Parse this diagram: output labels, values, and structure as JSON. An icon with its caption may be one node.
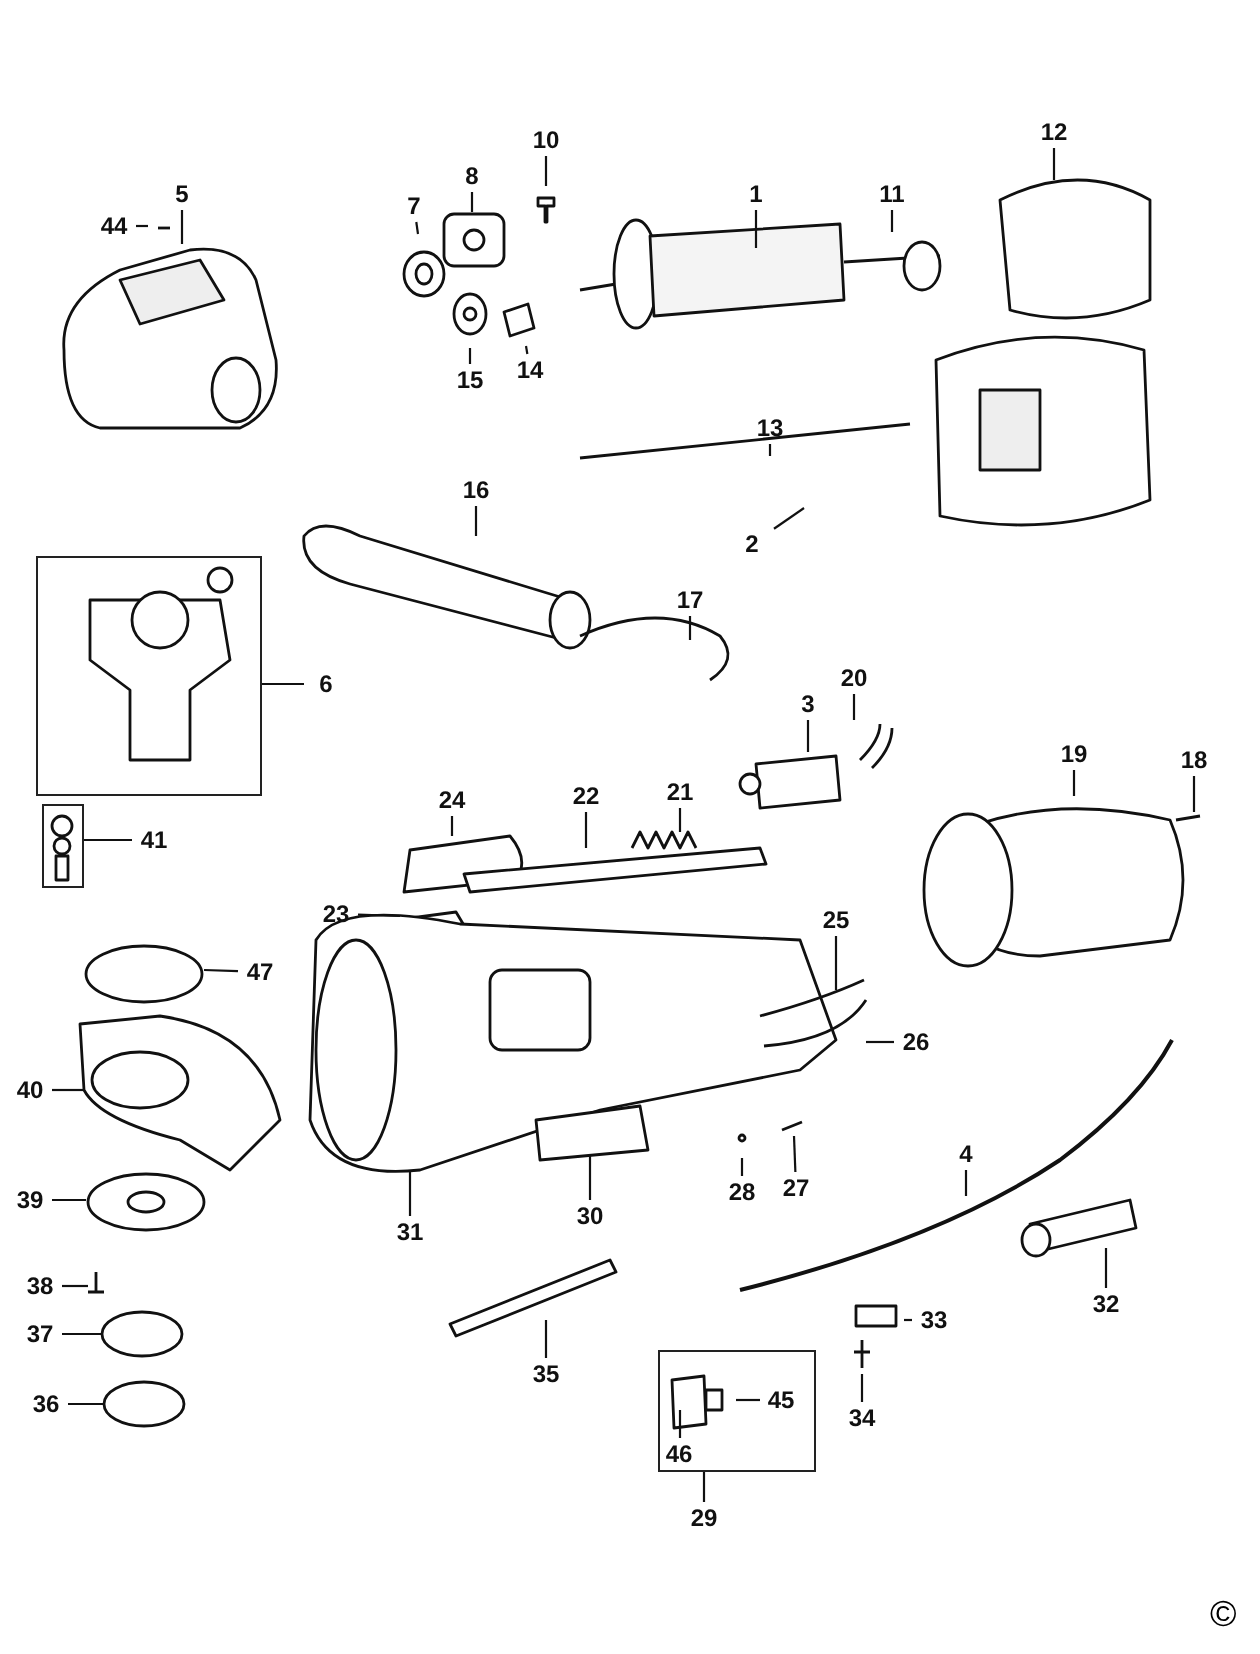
{
  "diagram": {
    "nodes": [
      {
        "text": [
          "12"
        ]
      },
      {
        "text": [
          "10"
        ]
      },
      {
        "text": [
          "5"
        ]
      },
      {
        "text": [
          "1"
        ]
      },
      {
        "text": [
          "11"
        ]
      },
      {
        "text": [
          "7"
        ]
      },
      {
        "text": [
          "8"
        ]
      },
      {
        "text": [
          "44"
        ]
      },
      {
        "text": [
          "14"
        ]
      },
      {
        "text": [
          "15"
        ]
      },
      {
        "text": [
          "13"
        ]
      },
      {
        "text": [
          "16"
        ]
      },
      {
        "text": [
          "2"
        ]
      },
      {
        "text": [
          "17"
        ]
      },
      {
        "text": [],
        "shape": "box"
      },
      {
        "text": [
          "6"
        ]
      },
      {
        "text": [
          "20"
        ]
      },
      {
        "text": [
          "3"
        ]
      },
      {
        "text": [
          "19"
        ]
      },
      {
        "text": [
          "18"
        ]
      },
      {
        "text": [
          "24"
        ]
      },
      {
        "text": [
          "22"
        ]
      },
      {
        "text": [
          "21"
        ]
      },
      {
        "text": [],
        "shape": "box"
      },
      {
        "text": [
          "41"
        ]
      },
      {
        "text": [
          "23"
        ]
      },
      {
        "text": [
          "47"
        ]
      },
      {
        "text": [
          "25"
        ]
      },
      {
        "text": [
          "26"
        ]
      },
      {
        "text": [
          "40"
        ]
      },
      {
        "text": [
          "30"
        ]
      },
      {
        "text": [
          "31"
        ]
      },
      {
        "text": [
          "28"
        ]
      },
      {
        "text": [
          "27"
        ]
      },
      {
        "text": [
          "4"
        ]
      },
      {
        "text": [
          "39"
        ]
      },
      {
        "text": [
          "38"
        ]
      },
      {
        "text": [
          "33"
        ]
      },
      {
        "text": [
          "32"
        ]
      },
      {
        "text": [
          "37"
        ]
      },
      {
        "text": [
          "35"
        ]
      },
      {
        "text": [
          "36"
        ]
      },
      {
        "text": [],
        "shape": "box"
      },
      {
        "text": [
          "45"
        ],
        "in": 42
      },
      {
        "text": [
          "46"
        ],
        "in": 42
      },
      {
        "text": [
          "34"
        ]
      },
      {
        "text": [
          "29"
        ]
      }
    ],
    "edges": [
      {
        "from": 0,
        "to": null,
        "arrow": "none"
      },
      {
        "from": 1,
        "to": null,
        "arrow": "none"
      },
      {
        "from": 2,
        "to": null,
        "arrow": "none"
      },
      {
        "from": 3,
        "to": null,
        "arrow": "none"
      },
      {
        "from": 4,
        "to": null,
        "arrow": "none"
      },
      {
        "from": 5,
        "to": null,
        "arrow": "none"
      },
      {
        "from": 6,
        "to": null,
        "arrow": "none"
      },
      {
        "from": 7,
        "to": null,
        "arrow": "none"
      },
      {
        "from": 8,
        "to": null,
        "arrow": "none"
      },
      {
        "from": 9,
        "to": null,
        "arrow": "none"
      },
      {
        "from": 10,
        "to": null,
        "arrow": "none"
      },
      {
        "from": 11,
        "to": null,
        "arrow": "none"
      },
      {
        "from": 12,
        "to": null,
        "arrow": "none"
      },
      {
        "from": 13,
        "to": null,
        "arrow": "none"
      },
      {
        "from": 15,
        "to": 14,
        "arrow": "none"
      },
      {
        "from": 16,
        "to": null,
        "arrow": "none"
      },
      {
        "from": 17,
        "to": null,
        "arrow": "none"
      },
      {
        "from": 18,
        "to": null,
        "arrow": "none"
      },
      {
        "from": 19,
        "to": null,
        "arrow": "none"
      },
      {
        "from": 20,
        "to": null,
        "arrow": "none"
      },
      {
        "from": 21,
        "to": null,
        "arrow": "none"
      },
      {
        "from": 22,
        "to": null,
        "arrow": "none"
      },
      {
        "from": 24,
        "to": 23,
        "arrow": "none"
      },
      {
        "from": 25,
        "to": null,
        "arrow": "none"
      },
      {
        "from": 26,
        "to": null,
        "arrow": "none"
      },
      {
        "from": 27,
        "to": null,
        "arrow": "none"
      },
      {
        "from": 28,
        "to": null,
        "arrow": "none"
      },
      {
        "from": 29,
        "to": null,
        "arrow": "none"
      },
      {
        "from": 30,
        "to": null,
        "arrow": "none"
      },
      {
        "from": 31,
        "to": null,
        "arrow": "none"
      },
      {
        "from": 32,
        "to": null,
        "arrow": "none"
      },
      {
        "from": 33,
        "to": null,
        "arrow": "none"
      },
      {
        "from": 34,
        "to": null,
        "arrow": "none"
      },
      {
        "from": 35,
        "to": null,
        "arrow": "none"
      },
      {
        "from": 36,
        "to": null,
        "arrow": "none"
      },
      {
        "from": 37,
        "to": null,
        "arrow": "none"
      },
      {
        "from": 38,
        "to": null,
        "arrow": "none"
      },
      {
        "from": 39,
        "to": null,
        "arrow": "none"
      },
      {
        "from": 40,
        "to": null,
        "arrow": "none"
      },
      {
        "from": 41,
        "to": null,
        "arrow": "none"
      },
      {
        "from": 43,
        "to": null,
        "arrow": "none"
      },
      {
        "from": 44,
        "to": null,
        "arrow": "none"
      },
      {
        "from": 45,
        "to": null,
        "arrow": "none"
      },
      {
        "from": 46,
        "to": 42,
        "arrow": "none"
      }
    ],
    "labels": [
      "©"
    ]
  }
}
